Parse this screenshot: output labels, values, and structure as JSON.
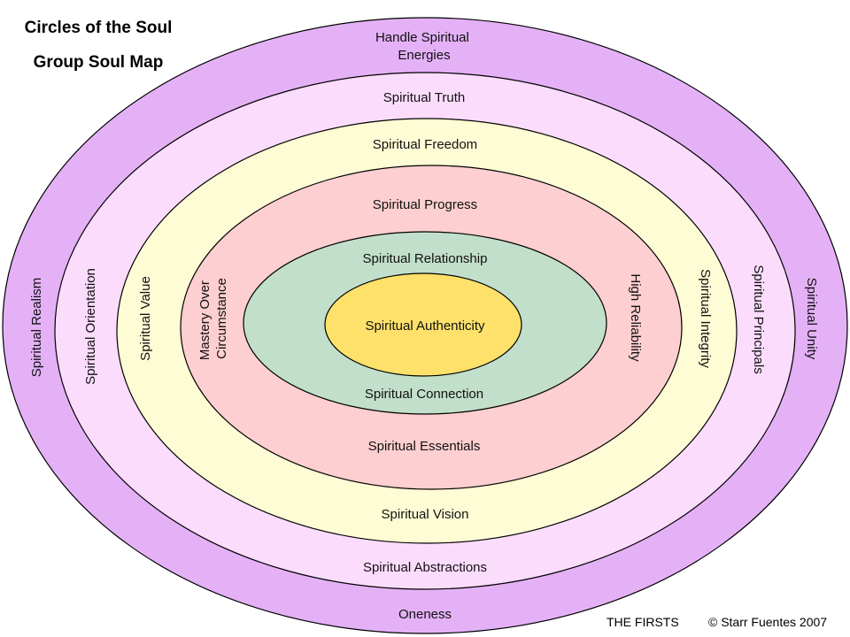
{
  "title_line1": "Circles of the Soul",
  "title_line2": "Group Soul Map",
  "footer_left": "THE FIRSTS",
  "footer_right": "© Starr Fuentes 2007",
  "colors": {
    "ring1": "#e4b1f6",
    "ring2": "#fcdcfd",
    "ring3": "#fefcd5",
    "ring4": "#fdcfd0",
    "ring5": "#c2dfcb",
    "ring6": "#fde16b",
    "outline": "#000000"
  },
  "rings": [
    {
      "top": [
        "Handle Spiritual",
        "Energies"
      ],
      "bottom": "Oneness",
      "left": "Spiritual Realism",
      "right": "Spiritual Unity"
    },
    {
      "top": "Spiritual Truth",
      "bottom": "Spiritual Abstractions",
      "left": "Spiritual Orientation",
      "right": "Spiritual Principals"
    },
    {
      "top": "Spiritual Freedom",
      "bottom": "Spiritual Vision",
      "left": "Spiritual Value",
      "right": "Spiritual Integrity"
    },
    {
      "top": "Spiritual Progress",
      "bottom": "Spiritual Essentials",
      "left": [
        "Mastery Over",
        "Circumstance"
      ],
      "right": "High Reliability"
    },
    {
      "top": "Spiritual Relationship",
      "bottom": "Spiritual Connection"
    },
    {
      "center": "Spiritual Authenticity"
    }
  ]
}
